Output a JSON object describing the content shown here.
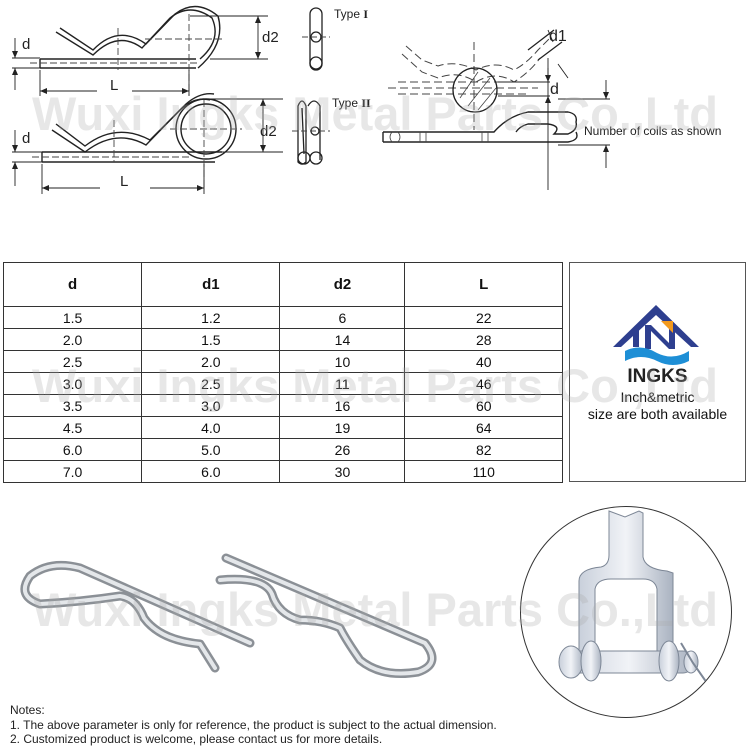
{
  "drawings": {
    "type1": {
      "label_prefix": "Type",
      "label_numeral": "I",
      "dim_d": "d",
      "dim_d2": "d2",
      "dim_L": "L"
    },
    "type2": {
      "label_prefix": "Type",
      "label_numeral": "II",
      "dim_d": "d",
      "dim_d2": "d2",
      "dim_L": "L"
    },
    "detail": {
      "dim_d1": "d1",
      "dim_d": "d",
      "coils_note": "Number of coils as shown"
    }
  },
  "spec_table": {
    "headers": [
      "d",
      "d1",
      "d2",
      "L"
    ],
    "rows": [
      [
        "1.5",
        "1.2",
        "6",
        "22"
      ],
      [
        "2.0",
        "1.5",
        "14",
        "28"
      ],
      [
        "2.5",
        "2.0",
        "10",
        "40"
      ],
      [
        "3.0",
        "2.5",
        "11",
        "46"
      ],
      [
        "3.5",
        "3.0",
        "16",
        "60"
      ],
      [
        "4.5",
        "4.0",
        "19",
        "64"
      ],
      [
        "6.0",
        "5.0",
        "26",
        "82"
      ],
      [
        "7.0",
        "6.0",
        "30",
        "110"
      ]
    ]
  },
  "logo_panel": {
    "brand": "INGKS",
    "caption_line1": "Inch&metric",
    "caption_line2": "size are both available",
    "colors": {
      "roof": "#2e3f8f",
      "accent": "#f39a1e",
      "wave": "#1e8fd6"
    }
  },
  "photos": {
    "clips_alt": "two stainless steel R-clips",
    "shackle_alt": "shackle with pin and R-clip"
  },
  "watermark": "Wuxi Ingks Metal Parts Co.,Ltd",
  "notes": {
    "title": "Notes:",
    "items": [
      "1. The above parameter is only for reference, the product is subject to the actual dimension.",
      "2. Customized product is welcome, please contact us for more details."
    ]
  }
}
